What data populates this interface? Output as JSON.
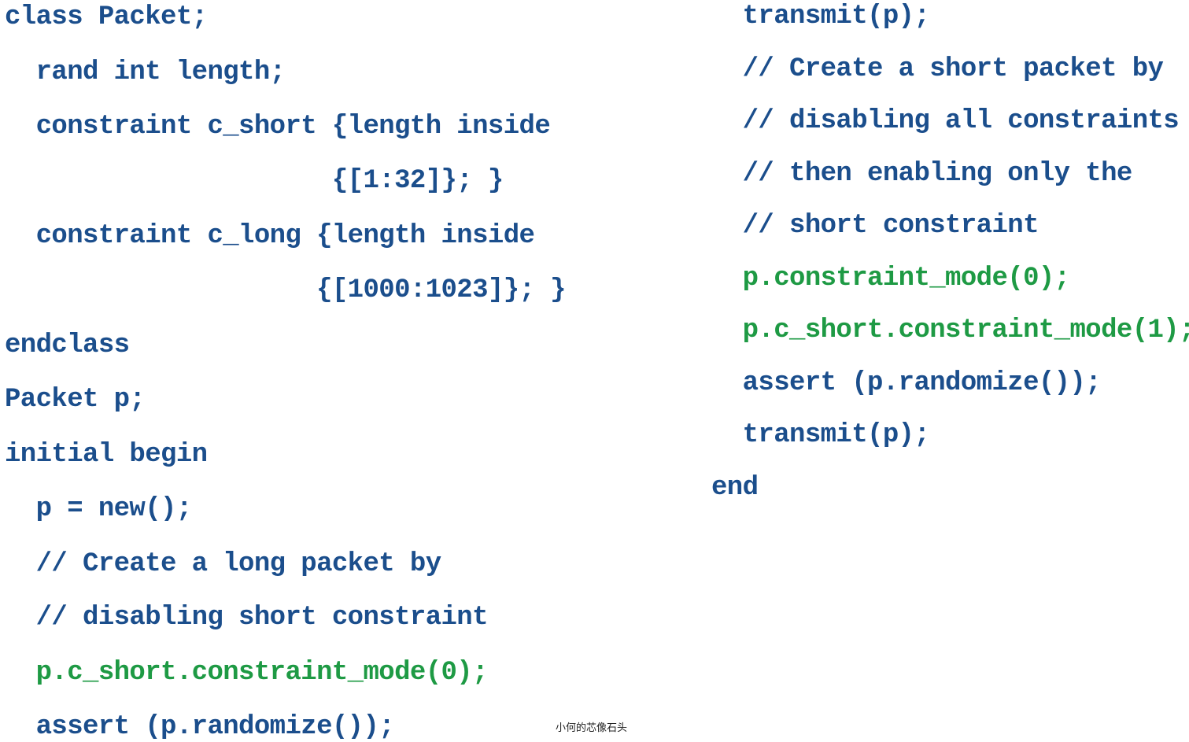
{
  "colors": {
    "code": "#1b4e8c",
    "highlight": "#1e9a44"
  },
  "left_column": [
    "class Packet;",
    "  rand int length;",
    "  constraint c_short {length inside",
    "                     {[1:32]}; }",
    "  constraint c_long {length inside",
    "                    {[1000:1023]}; }",
    "endclass",
    "Packet p;",
    "initial begin",
    "  p = new();",
    "  // Create a long packet by",
    "  // disabling short constraint",
    "  p.c_short.constraint_mode(0);",
    "  assert (p.randomize());"
  ],
  "right_column": [
    "  transmit(p);",
    "  // Create a short packet by",
    "  // disabling all constraints",
    "  // then enabling only the",
    "  // short constraint",
    "  p.constraint_mode(0);",
    "  p.c_short.constraint_mode(1);",
    "  assert (p.randomize());",
    "  transmit(p);",
    "end"
  ],
  "watermark": "小何的芯像石头"
}
